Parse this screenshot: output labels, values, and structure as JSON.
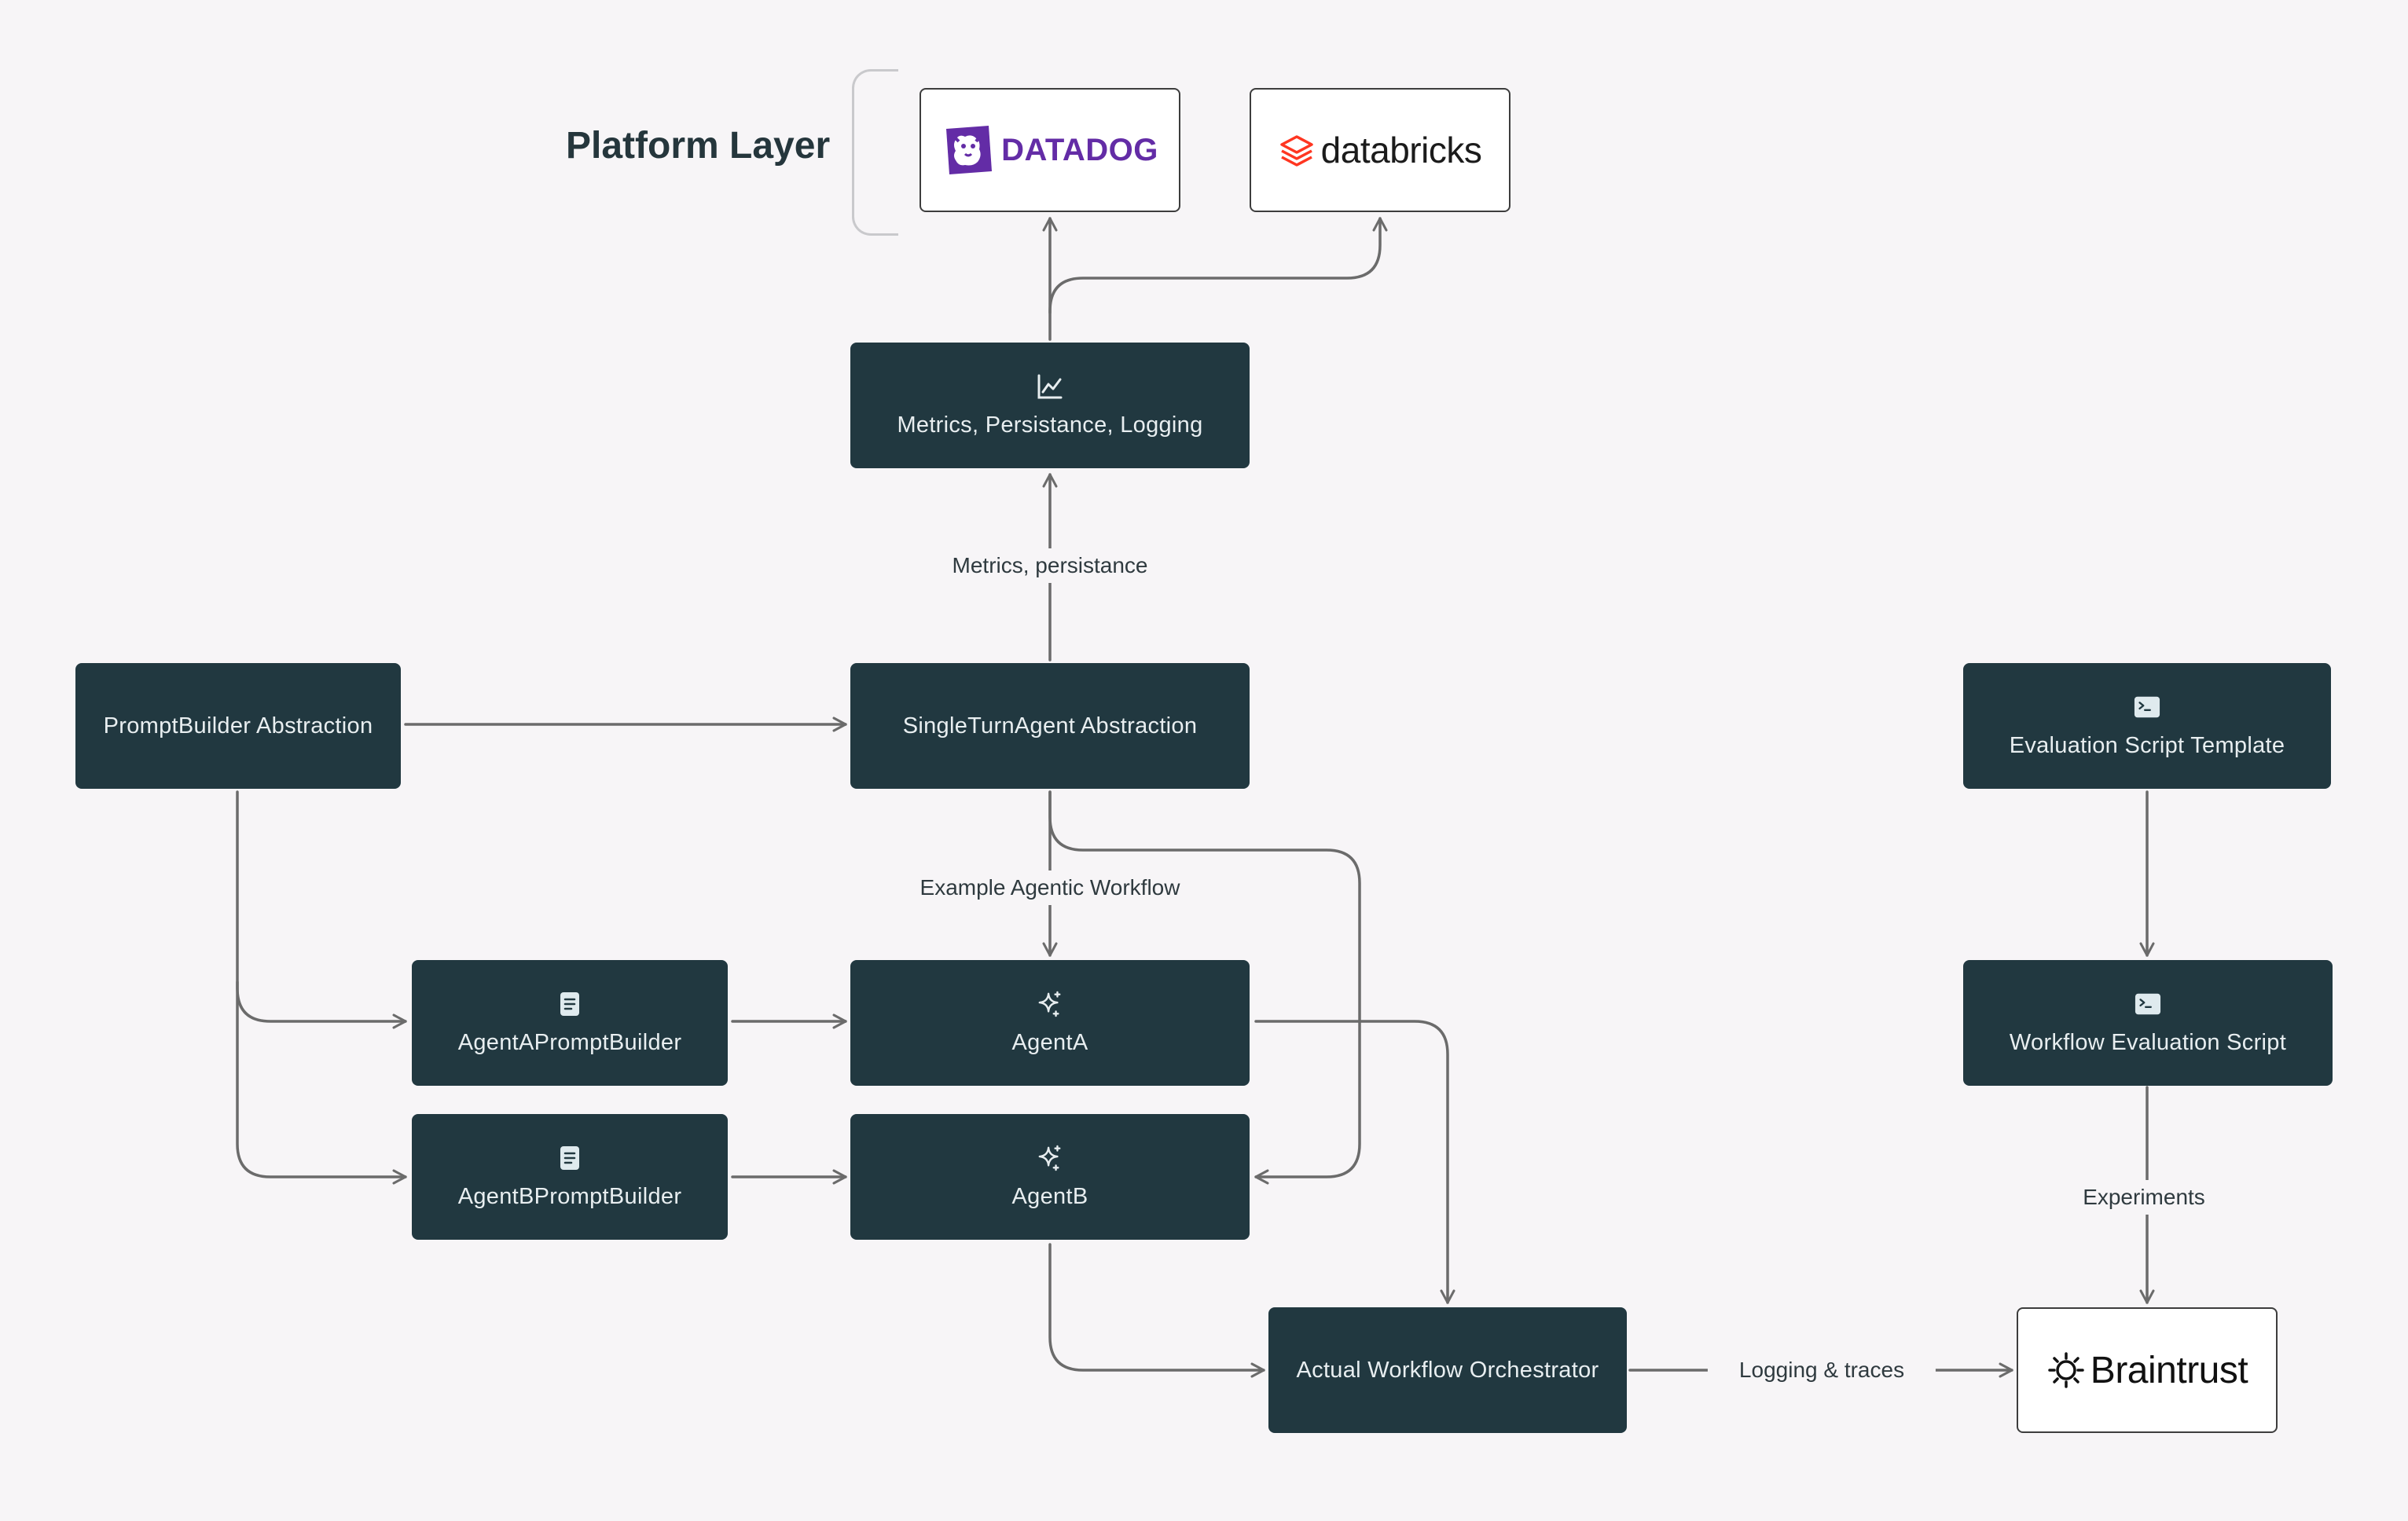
{
  "platform_layer": {
    "title": "Platform Layer",
    "logos": [
      {
        "name": "DATADOG",
        "color": "#632ca6",
        "icon": "datadog-dog-icon"
      },
      {
        "name": "databricks",
        "color": "#ff3621",
        "icon": "databricks-stack-icon"
      }
    ]
  },
  "nodes": {
    "metrics": {
      "label": "Metrics, Persistance, Logging",
      "icon": "line-chart-icon"
    },
    "promptbuilder": {
      "label": "PromptBuilder Abstraction"
    },
    "singleturn": {
      "label": "SingleTurnAgent Abstraction"
    },
    "agenta_builder": {
      "label": "AgentAPromptBuilder",
      "icon": "document-icon"
    },
    "agentb_builder": {
      "label": "AgentBPromptBuilder",
      "icon": "document-icon"
    },
    "agenta": {
      "label": "AgentA",
      "icon": "sparkle-icon"
    },
    "agentb": {
      "label": "AgentB",
      "icon": "sparkle-icon"
    },
    "orchestrator": {
      "label": "Actual Workflow Orchestrator"
    },
    "eval_template": {
      "label": "Evaluation Script Template",
      "icon": "terminal-icon"
    },
    "eval_script": {
      "label": "Workflow Evaluation Script",
      "icon": "terminal-icon"
    },
    "braintrust": {
      "label": "Braintrust",
      "icon": "braintrust-gear-icon"
    }
  },
  "edge_labels": {
    "metrics_persistance": "Metrics, persistance",
    "example_workflow": "Example Agentic Workflow",
    "experiments": "Experiments",
    "logging_traces": "Logging & traces"
  },
  "colors": {
    "background": "#f7f5f7",
    "node_fill": "#213840",
    "node_text": "#e8eef0",
    "wire": "#6b6b6b",
    "datadog": "#632ca6",
    "databricks": "#ff3621"
  }
}
